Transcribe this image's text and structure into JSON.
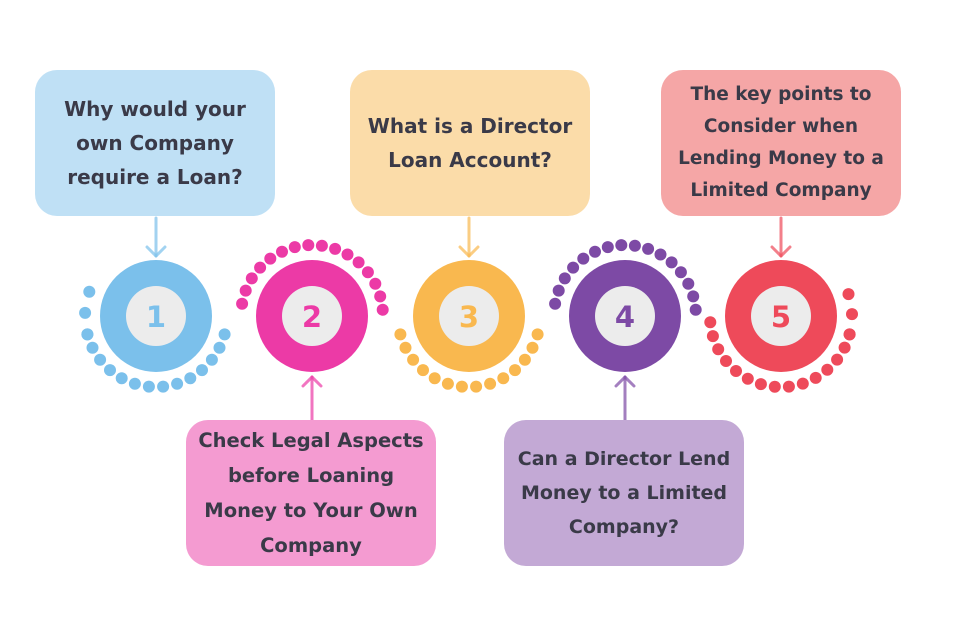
{
  "steps": [
    {
      "number": "1",
      "text": "Why would your own Company require a Loan?",
      "color": "#7bc0eb",
      "box_color": "#bfe0f5",
      "number_color": "#7bc0eb",
      "arrow_direction": "down"
    },
    {
      "number": "2",
      "text": "Check Legal Aspects before Loaning Money to Your Own Company",
      "color": "#ec3aa6",
      "box_color": "#f49bd1",
      "number_color": "#ec3aa6",
      "arrow_direction": "up"
    },
    {
      "number": "3",
      "text": "What is a Director Loan Account?",
      "color": "#f9b84f",
      "box_color": "#fbdca9",
      "number_color": "#f9b84f",
      "arrow_direction": "down"
    },
    {
      "number": "4",
      "text": "Can a Director Lend Money to a Limited Company?",
      "color": "#7d4aa5",
      "box_color": "#c3a9d5",
      "number_color": "#7d4aa5",
      "arrow_direction": "up"
    },
    {
      "number": "5",
      "text": "The key points to Consider when Lending Money to a Limited Company",
      "color": "#ee4a5a",
      "box_color": "#f5a6a6",
      "number_color": "#ee4a5a",
      "arrow_direction": "down"
    }
  ],
  "inner_circle_color": "#ececec",
  "text_color": "#3a3a48"
}
